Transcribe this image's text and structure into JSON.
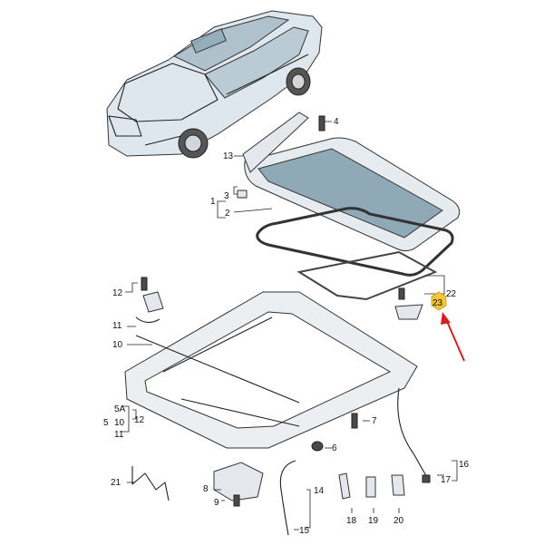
{
  "callouts": {
    "c1": "1",
    "c2": "2",
    "c3": "3",
    "c4": "4",
    "c5": "5",
    "c5a": "5A",
    "c6": "6",
    "c7": "7",
    "c8": "8",
    "c9": "9",
    "c10a": "10",
    "c10b": "10",
    "c11a": "11",
    "c11b": "11",
    "c12a": "12",
    "c12b": "12",
    "c13": "13",
    "c14": "14",
    "c15": "15",
    "c16": "16",
    "c17": "17",
    "c18": "18",
    "c19": "19",
    "c20": "20",
    "c21": "21",
    "c22": "22",
    "c23": "23"
  },
  "colors": {
    "highlight": "#f2c53d",
    "arrow": "#d42020",
    "glass": "#8fa9b6"
  }
}
